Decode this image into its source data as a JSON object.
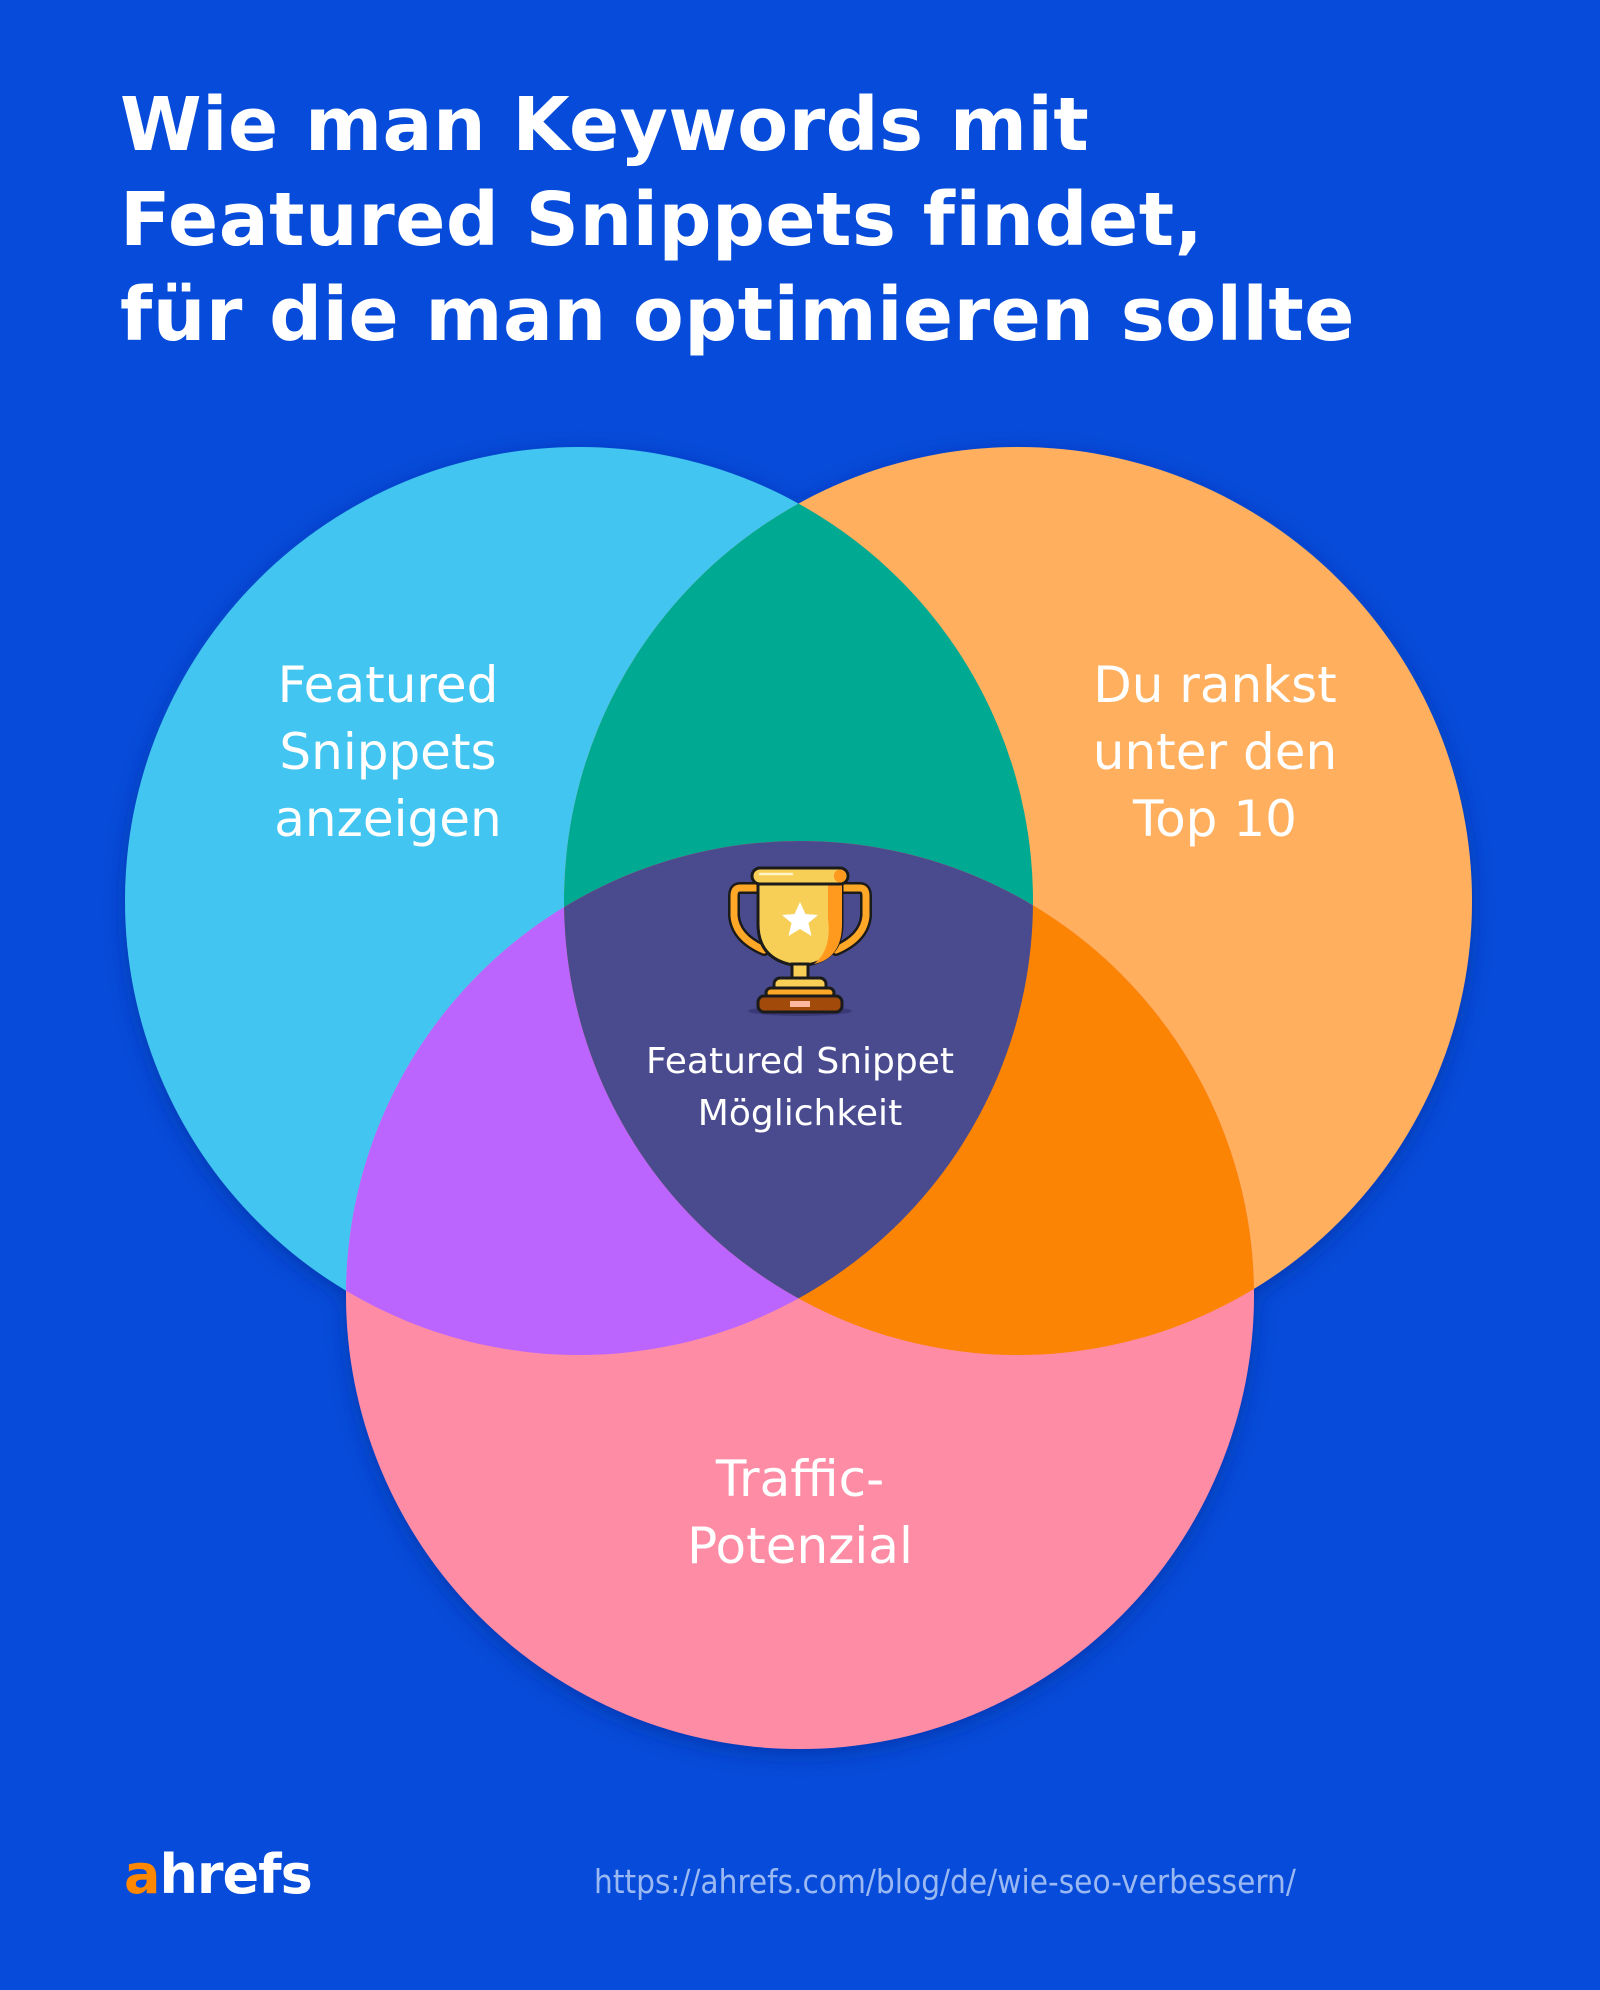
{
  "title": {
    "lines": [
      "Wie man Keywords mit",
      "Featured Snippets findet,",
      "für die man optimieren sollte"
    ]
  },
  "colors": {
    "background": "#064bd9",
    "circle_left": "#42c5f1",
    "circle_right": "#ffaf5d",
    "circle_bottom": "#fe8ca5",
    "overlap_left_right": "#00a991",
    "overlap_left_bottom": "#bb65fe",
    "overlap_right_bottom": "#fb8404",
    "overlap_center": "#4a4b8f",
    "logo_accent": "#ff8800",
    "url_text": "#9ab8f2"
  },
  "venn": {
    "circles": [
      {
        "id": "left",
        "label_lines": [
          "Featured",
          "Snippets",
          "anzeigen"
        ]
      },
      {
        "id": "right",
        "label_lines": [
          "Du rankst",
          "unter den",
          "Top 10"
        ]
      },
      {
        "id": "bottom",
        "label_lines": [
          "Traffic-",
          "Potenzial"
        ]
      }
    ],
    "center": {
      "icon": "trophy-icon",
      "label_lines": [
        "Featured Snippet",
        "Möglichkeit"
      ]
    }
  },
  "footer": {
    "logo": {
      "accent": "a",
      "rest": "hrefs"
    },
    "url": "https://ahrefs.com/blog/de/wie-seo-verbessern/"
  }
}
